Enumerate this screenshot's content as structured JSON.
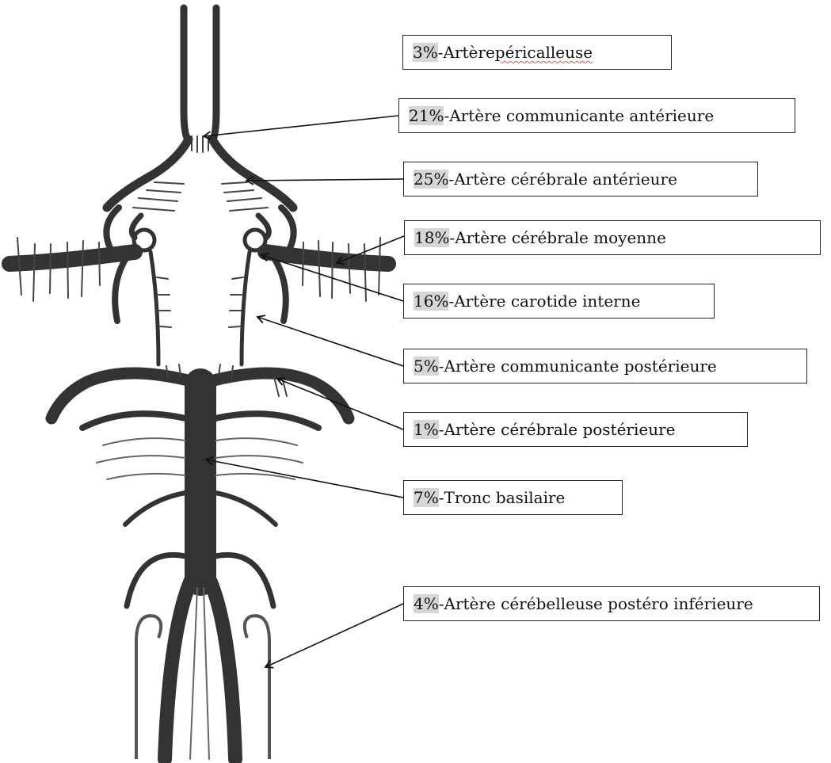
{
  "labels": [
    {
      "pct": "3%",
      "sep": " - ",
      "text_a": "Artère ",
      "text_b": "péricalleuse"
    },
    {
      "pct": "21%",
      "sep": " - ",
      "text": "Artère communicante antérieure"
    },
    {
      "pct": "25%",
      "sep": " - ",
      "text": "Artère cérébrale antérieure"
    },
    {
      "pct": "18%",
      "sep": " - ",
      "text": "Artère cérébrale moyenne"
    },
    {
      "pct": "16%",
      "sep": " - ",
      "text": "Artère carotide interne"
    },
    {
      "pct": "5%",
      "sep": " - ",
      "text": "Artère communicante postérieure"
    },
    {
      "pct": "1%",
      "sep": " - ",
      "text": "Artère cérébrale postérieure"
    },
    {
      "pct": "7%",
      "sep": " - ",
      "text": "Tronc basilaire"
    },
    {
      "pct": "4%",
      "sep": " - ",
      "text": "Artère cérébelleuse postéro inférieure"
    }
  ],
  "colors": {
    "vessel": "#333333",
    "percent_highlight": "#d6d6d6",
    "spellcheck_underline": "#d9534f"
  }
}
